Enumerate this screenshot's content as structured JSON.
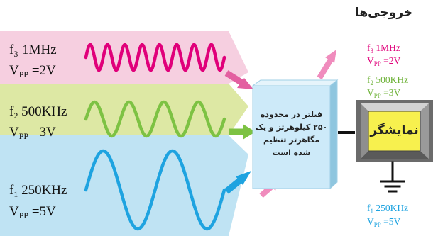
{
  "title": "خروجی‌ها",
  "colors": {
    "pink_band": "#f6cfe0",
    "green_band": "#dde8a4",
    "blue_band": "#bfe3f3",
    "pink": "#e0007a",
    "green": "#7dc243",
    "blue": "#1ea3e0",
    "filter_face": "#cdeaf9",
    "screen": "#f7f04e"
  },
  "inputs": [
    {
      "f_sub": "3",
      "f_val": "1MHz",
      "vpp_val": "=2V",
      "color": "pink"
    },
    {
      "f_sub": "2",
      "f_val": "500KHz",
      "vpp_val": "=3V",
      "color": "green"
    },
    {
      "f_sub": "1",
      "f_val": "250KHz",
      "vpp_val": "=5V",
      "color": "blue"
    }
  ],
  "f_prefix": "f",
  "vpp_prefix": "V",
  "vpp_sub": "PP",
  "filter_text": [
    "فیلتر در محدوده",
    "۲۵۰ کیلوهرتز و یک",
    "مگاهرتز تنظیم",
    "شده است"
  ],
  "display_label": "نمایشگر",
  "outputs": [
    {
      "f_sub": "3",
      "f_val": "1MHz",
      "vpp_val": "=2V",
      "color": "pink"
    },
    {
      "f_sub": "2",
      "f_val": "500KHz",
      "vpp_val": "=3V",
      "color": "green"
    },
    {
      "f_sub": "1",
      "f_val": "250KHz",
      "vpp_val": "=5V",
      "color": "blue"
    }
  ]
}
